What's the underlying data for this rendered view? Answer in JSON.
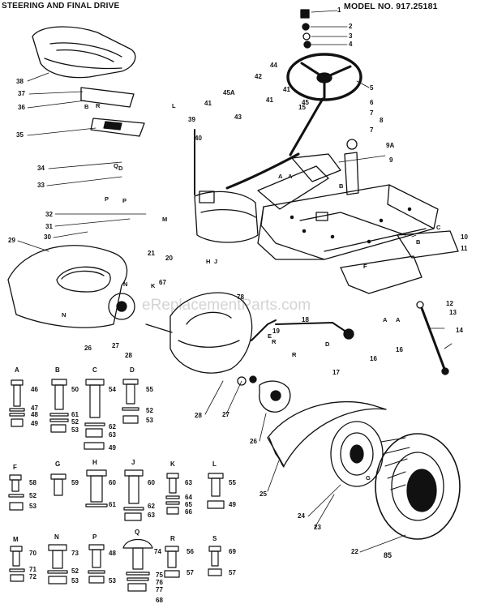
{
  "header": {
    "title": "STEERING AND FINAL DRIVE",
    "model": "MODEL NO. 917.25181"
  },
  "watermark": "eReplacementParts.com",
  "page_code": "85",
  "callouts": [
    "1",
    "2",
    "3",
    "4",
    "5",
    "6",
    "7",
    "7",
    "8",
    "9A",
    "9",
    "10",
    "11",
    "12",
    "13",
    "14",
    "15",
    "16",
    "16",
    "17",
    "18",
    "19",
    "20",
    "21",
    "22",
    "23",
    "24",
    "25",
    "26",
    "26",
    "27",
    "27",
    "28",
    "28",
    "29",
    "30",
    "31",
    "32",
    "33",
    "34",
    "35",
    "36",
    "37",
    "38",
    "39",
    "40",
    "41",
    "41",
    "41",
    "42",
    "43",
    "44",
    "45",
    "45A",
    "67",
    "78"
  ],
  "part_letters": [
    "A",
    "A",
    "A",
    "A",
    "B",
    "B",
    "B",
    "C",
    "D",
    "D",
    "E",
    "F",
    "G",
    "H",
    "J",
    "K",
    "L",
    "M",
    "N",
    "N",
    "P",
    "P",
    "Q",
    "R",
    "R",
    "R"
  ],
  "hardware": {
    "A": [
      "46",
      "47",
      "48",
      "49"
    ],
    "B": [
      "50",
      "61",
      "52",
      "53"
    ],
    "C": [
      "54",
      "62",
      "63",
      "49"
    ],
    "D": [
      "55",
      "52",
      "53"
    ],
    "F": [
      "58",
      "52",
      "53"
    ],
    "G": [
      "59"
    ],
    "H": [
      "60",
      "61"
    ],
    "J": [
      "60",
      "62",
      "63"
    ],
    "K": [
      "63",
      "64",
      "65",
      "66"
    ],
    "L": [
      "55",
      "49"
    ],
    "M": [
      "70",
      "71",
      "72"
    ],
    "N": [
      "73",
      "52",
      "53"
    ],
    "P": [
      "48",
      "53"
    ],
    "Q": [
      "75",
      "76",
      "77",
      "68"
    ],
    "R": [
      "74",
      "56",
      "57"
    ],
    "S": [
      "69",
      "57"
    ]
  }
}
